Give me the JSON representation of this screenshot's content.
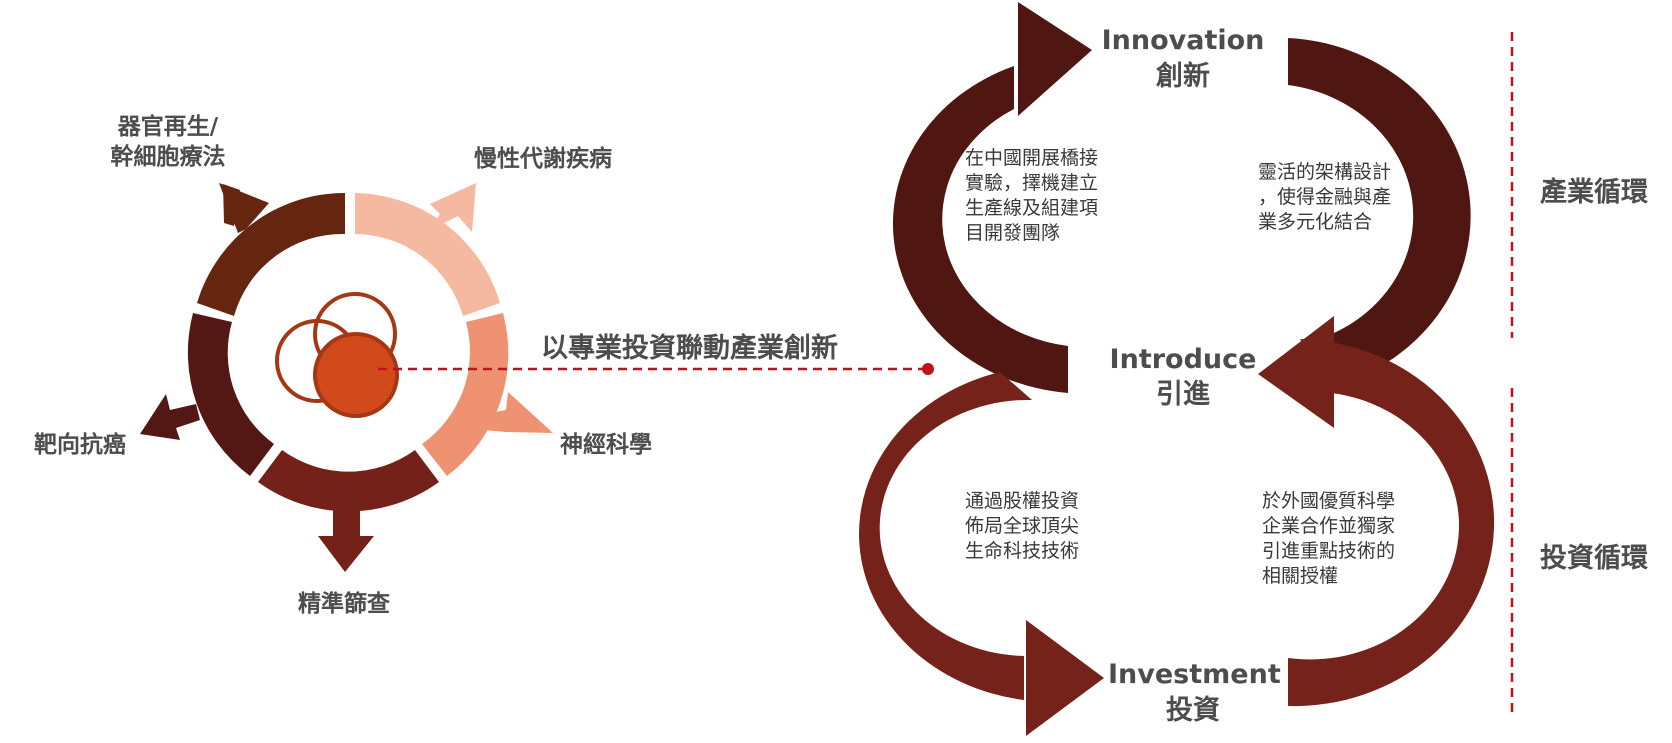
{
  "colors": {
    "seg_organ": "#66250f",
    "seg_metabolic": "#f5b8a1",
    "seg_neuro": "#ef9272",
    "seg_screening": "#732119",
    "seg_cancer": "#531714",
    "core_fill": "#d24a1c",
    "core_ring": "#a53714",
    "loop_dark": "#4f1612",
    "loop_mid": "#75221a",
    "accent_red": "#c0111e",
    "text": "#4d4d4d"
  },
  "wheel": {
    "segments": [
      {
        "key": "organ",
        "label": "器官再生/\n幹細胞療法"
      },
      {
        "key": "metabolic",
        "label": "慢性代謝疾病"
      },
      {
        "key": "neuro",
        "label": "神經科學"
      },
      {
        "key": "screening",
        "label": "精準篩查"
      },
      {
        "key": "cancer",
        "label": "靶向抗癌"
      }
    ]
  },
  "center_label": "以專業投資聯動產業創新",
  "cycle": {
    "innovation": {
      "en": "Innovation",
      "zh": "創新"
    },
    "introduce": {
      "en": "Introduce",
      "zh": "引進"
    },
    "investment": {
      "en": "Investment",
      "zh": "投資"
    },
    "desc_top_left": "在中國開展橋接\n實驗，擇機建立\n生產線及組建項\n目開發團隊",
    "desc_top_right": "靈活的架構設計\n，使得金融與產\n業多元化結合",
    "desc_bottom_left": "通過股權投資\n佈局全球頂尖\n生命科技技術",
    "desc_bottom_right": "於外國優質科學\n企業合作並獨家\n引進重點技術的\n相關授權"
  },
  "side_labels": {
    "industry": "產業循環",
    "investment": "投資循環"
  }
}
